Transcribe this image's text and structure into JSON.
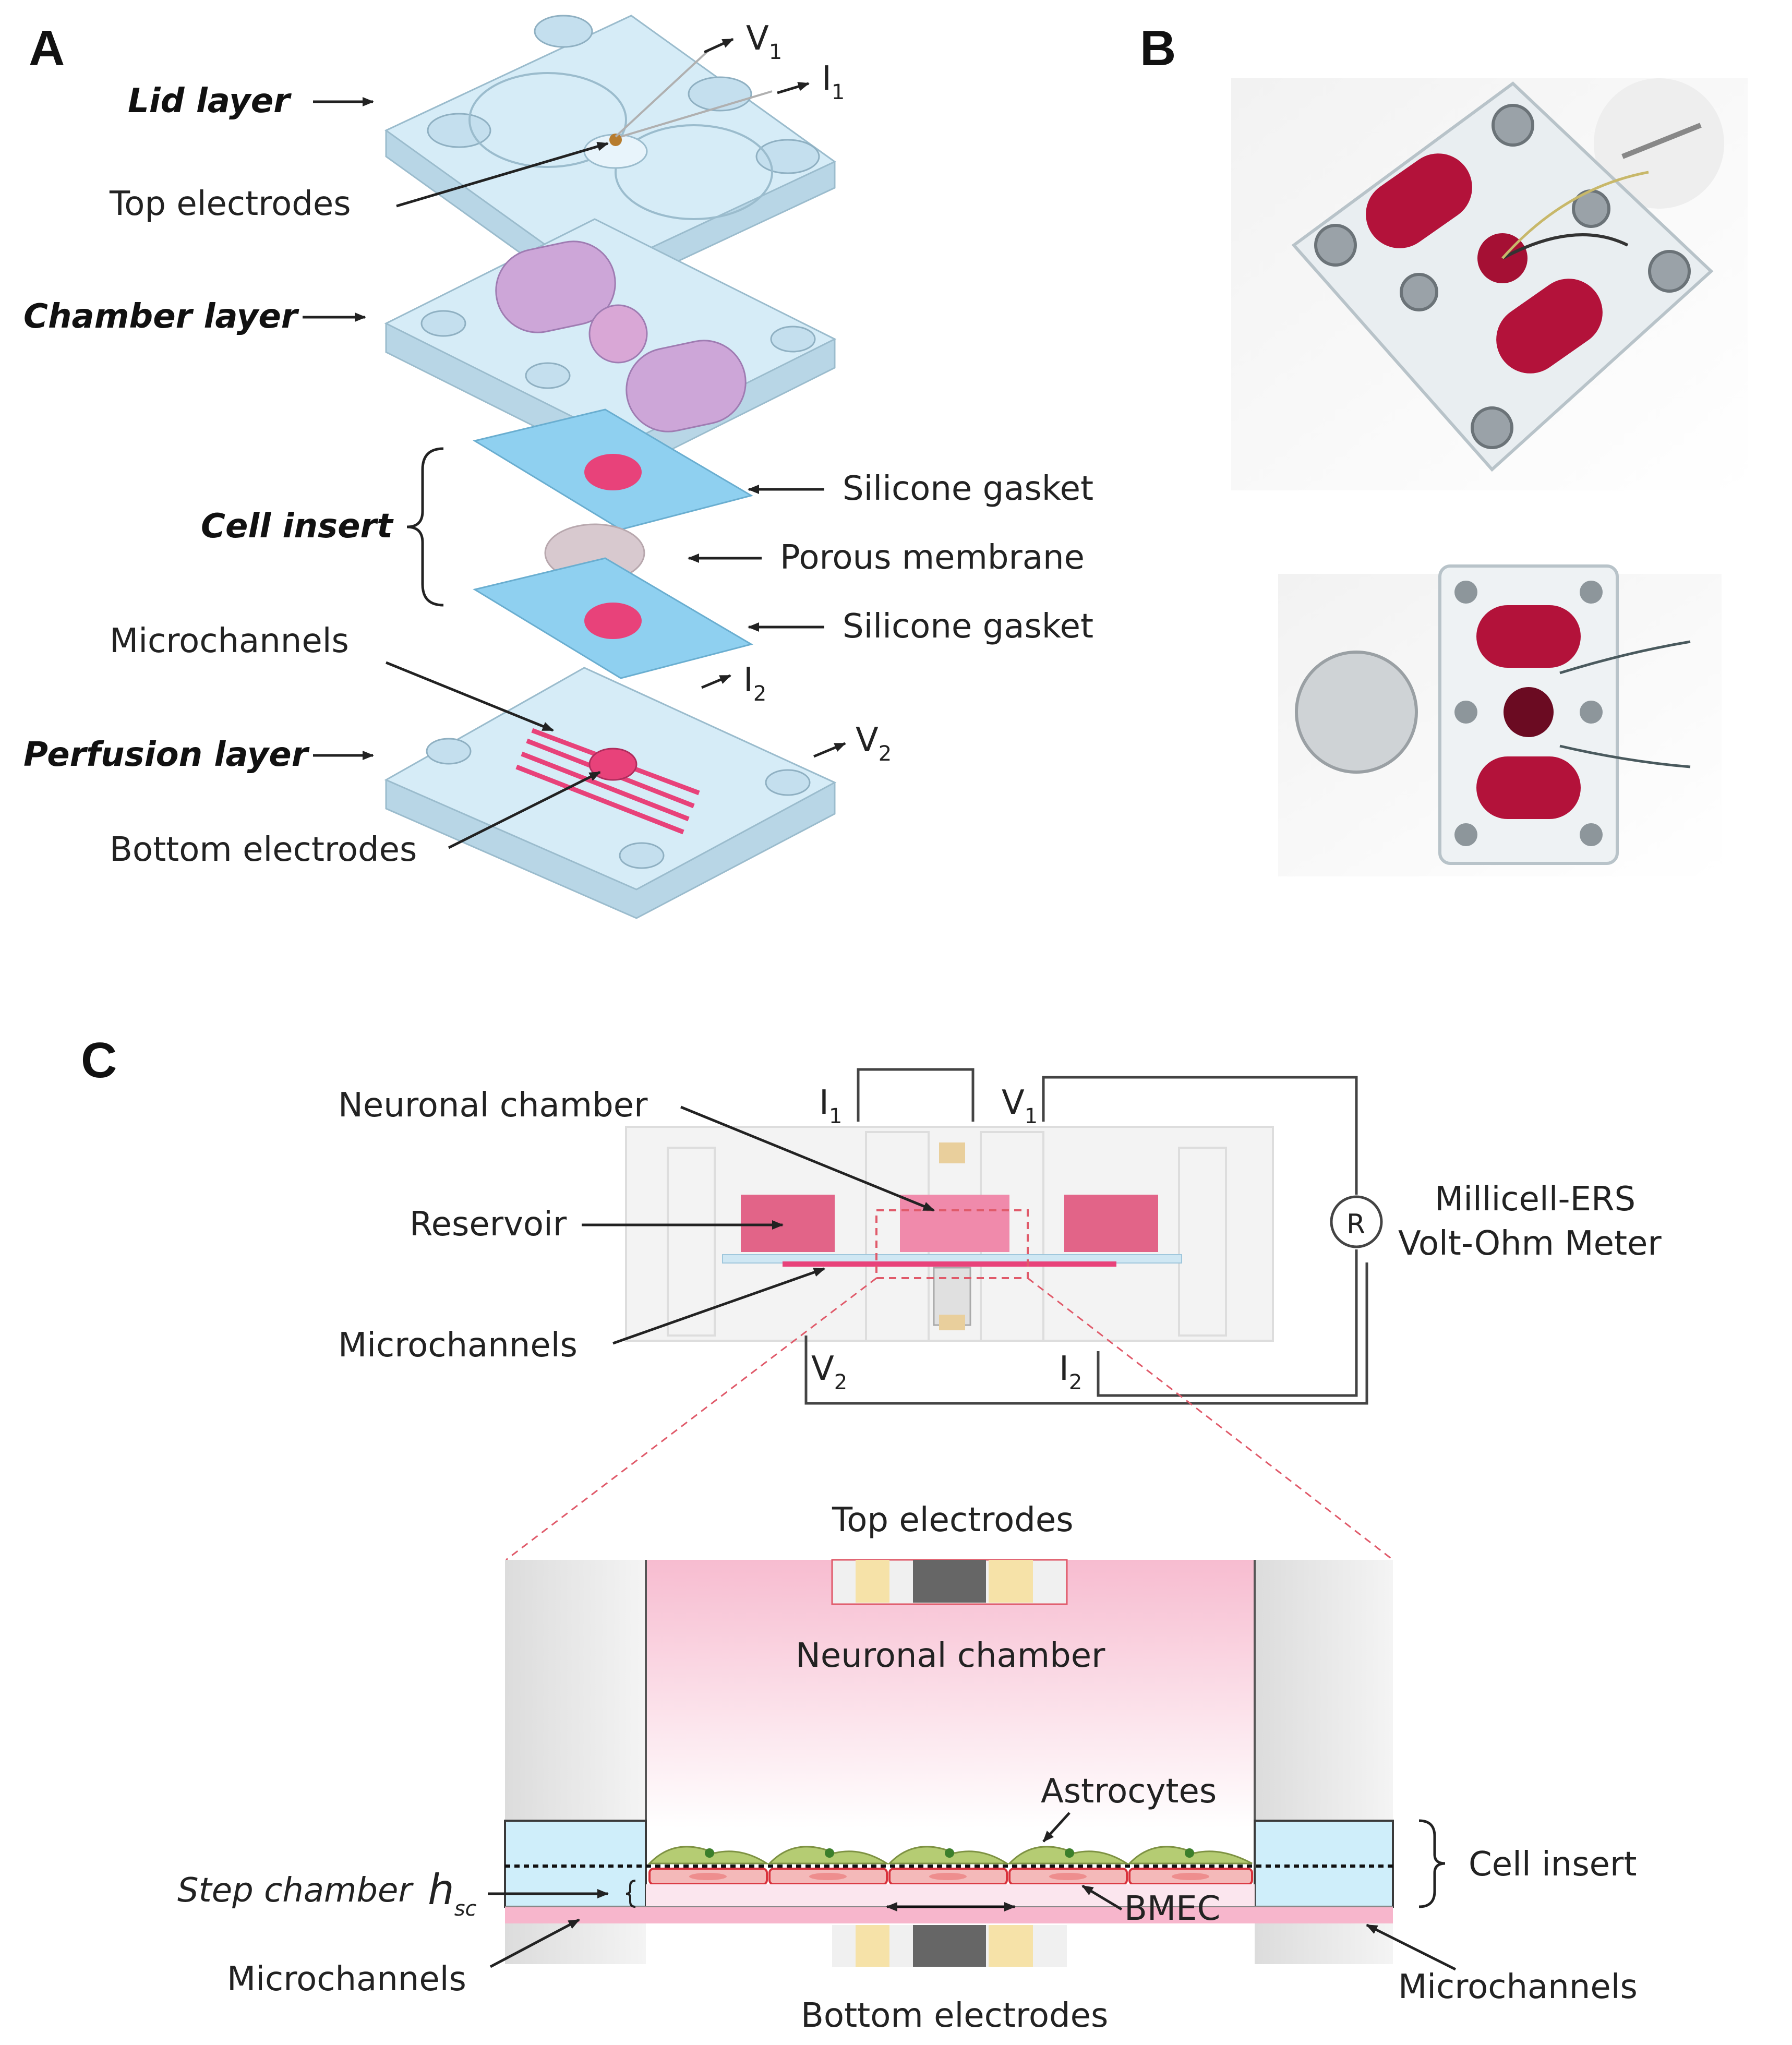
{
  "panels": {
    "a": "A",
    "b": "B",
    "c": "C"
  },
  "panel_a": {
    "layers": {
      "lid": "Lid layer",
      "chamber": "Chamber layer",
      "cell_insert": "Cell insert",
      "perfusion": "Perfusion layer"
    },
    "parts": {
      "top_electrodes": "Top electrodes",
      "silicone_gasket_top": "Silicone gasket",
      "porous_membrane": "Porous membrane",
      "silicone_gasket_bottom": "Silicone gasket",
      "microchannels": "Microchannels",
      "bottom_electrodes": "Bottom electrodes"
    },
    "signals": {
      "v1": "V",
      "v1_sub": "1",
      "i1": "I",
      "i1_sub": "1",
      "i2": "I",
      "i2_sub": "2",
      "v2": "V",
      "v2_sub": "2"
    }
  },
  "panel_c": {
    "top": {
      "neuronal_chamber": "Neuronal chamber",
      "reservoir": "Reservoir",
      "microchannels": "Microchannels",
      "i1": "I",
      "i1_sub": "1",
      "v1": "V",
      "v1_sub": "1",
      "v2": "V",
      "v2_sub": "2",
      "i2": "I",
      "i2_sub": "2",
      "resistor": "R",
      "meter_line1": "Millicell-ERS",
      "meter_line2": "Volt-Ohm Meter"
    },
    "detail": {
      "top_electrodes": "Top electrodes",
      "neuronal_chamber": "Neuronal chamber",
      "astrocytes": "Astrocytes",
      "cell_insert": "Cell insert",
      "step_chamber": "Step chamber",
      "h_symbol": "h",
      "h_sub": "sc",
      "bmec": "BMEC",
      "microchannels_left": "Microchannels",
      "microchannels_right": "Microchannels",
      "bottom_electrodes": "Bottom electrodes"
    }
  },
  "colors": {
    "plate_blue": "#d6ecf7",
    "gasket_blue": "#8fd0f0",
    "pink": "#e8427a",
    "reservoir_pink": "#e26488",
    "chamber_pink": "#f7c4d6",
    "astrocyte_green": "#b5cc73",
    "bmec_red": "#f4b9b9"
  }
}
